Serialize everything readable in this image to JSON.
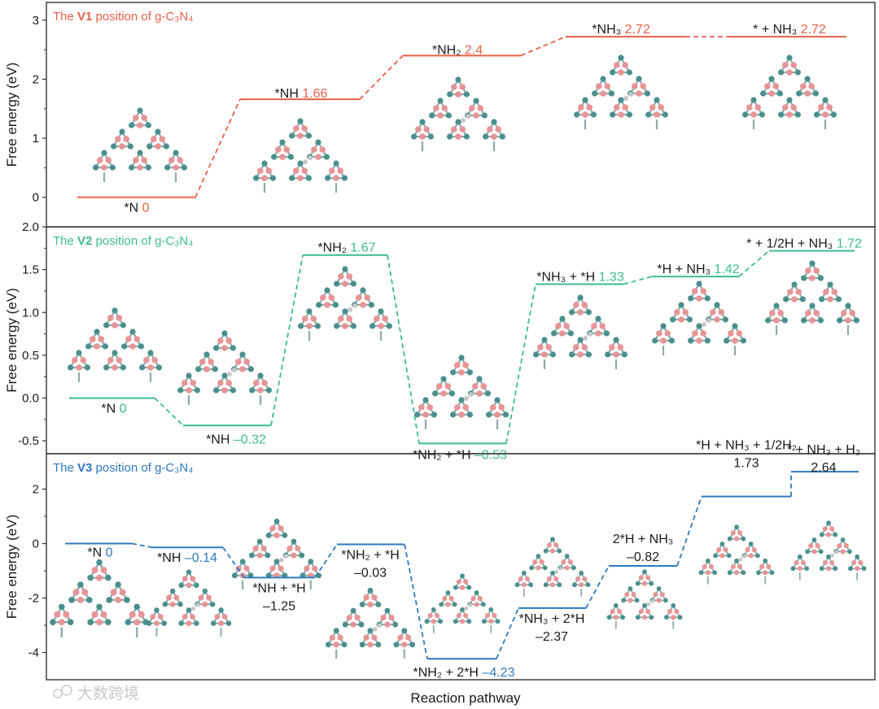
{
  "figure": {
    "xlabel": "Reaction pathway",
    "ylabel": "Free energy (eV)",
    "watermark": "大数跨境"
  },
  "colors": {
    "v1": "#e8604a",
    "v2": "#3dbb92",
    "v3": "#2f78c0",
    "atom_c": "#4a8f8c",
    "atom_n": "#e79496",
    "atom_h": "#c8c8c8"
  },
  "chart_data": [
    {
      "type": "line",
      "title_parts": [
        "The ",
        "V1",
        " position of g-C₃N₄"
      ],
      "ylim": [
        -0.5,
        3.3
      ],
      "yticks": [
        0,
        1,
        2,
        3
      ],
      "ytick_labels": [
        "0",
        "1",
        "2",
        "3"
      ],
      "steps": [
        {
          "species": "*N",
          "value": 0,
          "value_label": "0"
        },
        {
          "species": "*NH",
          "value": 1.66,
          "value_label": "1.66"
        },
        {
          "species": "*NH₂",
          "value": 2.4,
          "value_label": "2.4"
        },
        {
          "species": "*NH₃",
          "value": 2.72,
          "value_label": "2.72"
        },
        {
          "species": "* + NH₃",
          "value": 2.72,
          "value_label": "2.72"
        }
      ]
    },
    {
      "type": "line",
      "title_parts": [
        "The ",
        "V2",
        " position of g-C₃N₄"
      ],
      "ylim": [
        -0.65,
        2.0
      ],
      "yticks": [
        -0.5,
        0.0,
        0.5,
        1.0,
        1.5,
        2.0
      ],
      "ytick_labels": [
        "-0.5",
        "0.0",
        "0.5",
        "1.0",
        "1.5",
        "2.0"
      ],
      "steps": [
        {
          "species": "*N",
          "value": 0,
          "value_label": "0"
        },
        {
          "species": "*NH",
          "value": -0.32,
          "value_label": "–0.32"
        },
        {
          "species": "*NH₂",
          "value": 1.67,
          "value_label": "1.67"
        },
        {
          "species": "*NH₂ + *H",
          "value": -0.53,
          "value_label": "–0.53"
        },
        {
          "species": "*NH₃ + *H",
          "value": 1.33,
          "value_label": "1.33"
        },
        {
          "species": "*H + NH₃",
          "value": 1.42,
          "value_label": "1.42"
        },
        {
          "species": "* + 1/2H + NH₃",
          "value": 1.72,
          "value_label": "1.72"
        }
      ]
    },
    {
      "type": "line",
      "title_parts": [
        "The ",
        "V3",
        " position of g-C₃N₄"
      ],
      "ylim": [
        -5.0,
        3.3
      ],
      "yticks": [
        -4,
        -2,
        0,
        2
      ],
      "ytick_labels": [
        "-4",
        "-2",
        "0",
        "2"
      ],
      "steps": [
        {
          "species": "*N",
          "value": 0,
          "value_label": "0"
        },
        {
          "species": "*NH",
          "value": -0.14,
          "value_label": "–0.14"
        },
        {
          "species": "*NH + *H",
          "value": -1.25,
          "value_label": "–1.25"
        },
        {
          "species": "*NH₂ + *H",
          "value": -0.03,
          "value_label": "–0.03"
        },
        {
          "species": "*NH₂ + 2*H",
          "value": -4.23,
          "value_label": "–4.23"
        },
        {
          "species": "*NH₃ + 2*H",
          "value": -2.37,
          "value_label": "–2.37"
        },
        {
          "species": "2*H + NH₃",
          "value": -0.82,
          "value_label": "–0.82"
        },
        {
          "species": "*H + NH₃ + 1/2H₂",
          "value": 1.73,
          "value_label": "1.73"
        },
        {
          "species": "* + NH₃ + H₂",
          "value": 2.64,
          "value_label": "2.64"
        }
      ]
    }
  ]
}
